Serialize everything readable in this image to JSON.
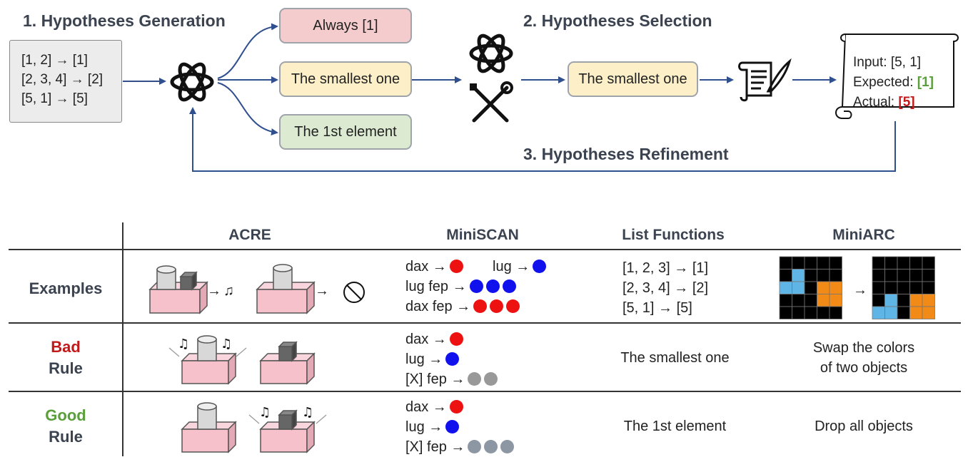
{
  "pipeline": {
    "step1_title": "1. Hypotheses Generation",
    "step2_title": "2. Hypotheses Selection",
    "step3_title": "3. Hypotheses Refinement",
    "input_examples": [
      "[1, 2] → [1]",
      "[2, 3, 4] → [2]",
      "[5, 1] → [5]"
    ],
    "hypotheses": [
      "Always [1]",
      "The smallest one",
      "The 1st element"
    ],
    "selected_hypothesis": "The smallest one",
    "feedback": {
      "input_label": "Input: [5, 1]",
      "expected_label": "Expected: ",
      "expected_value": "[1]",
      "actual_label": "Actual: ",
      "actual_value": "[5]"
    }
  },
  "table": {
    "columns": [
      "ACRE",
      "MiniSCAN",
      "List Functions",
      "MiniARC"
    ],
    "rows": {
      "examples": {
        "label": "Examples"
      },
      "bad": {
        "label_top": "Bad",
        "label_bottom": "Rule"
      },
      "good": {
        "label_top": "Good",
        "label_bottom": "Rule"
      }
    },
    "miniscan": {
      "examples": {
        "dax": "dax →",
        "lug": "lug →",
        "lug_fep": "lug fep  →",
        "dax_fep": "dax fep →"
      },
      "bad": {
        "dax": "dax →",
        "lug": "lug  →",
        "xfep": "[X] fep  →"
      },
      "good": {
        "dax": "dax →",
        "lug": "lug  →",
        "xfep": "[X] fep  →"
      }
    },
    "list_functions": {
      "examples": [
        "[1, 2, 3] → [1]",
        "[2, 3, 4] → [2]",
        "[5, 1] → [5]"
      ],
      "bad": "The smallest one",
      "good": "The 1st element"
    },
    "miniarc": {
      "arrow": "→",
      "bad": [
        "Swap  the colors",
        "of two objects"
      ],
      "good": "Drop all objects"
    },
    "acre_arrow": "→"
  },
  "colors": {
    "arrow": "#2f4f8f",
    "good": "#5b9e3c",
    "bad": "#c21a1a",
    "black": "#000000",
    "light_blue": "#5fb6e6",
    "orange": "#f28a18"
  }
}
